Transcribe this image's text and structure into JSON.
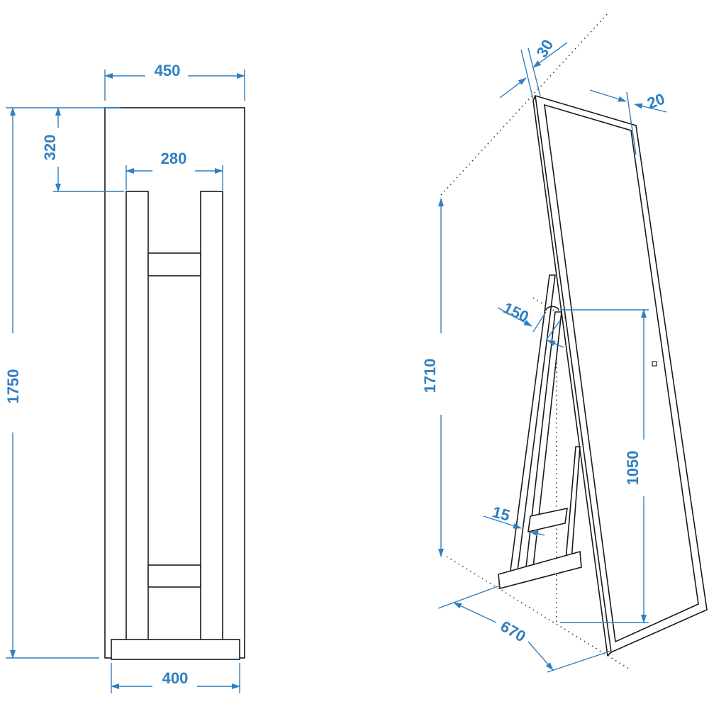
{
  "front_view": {
    "width_total": "450",
    "height_total": "1750",
    "stand_top_offset": "320",
    "stand_width": "280",
    "base_width": "400"
  },
  "side_view": {
    "frame_depth": "30",
    "frame_border": "20",
    "hinge_offset": "150",
    "height_vertical": "1710",
    "stand_height": "1050",
    "leg_thickness": "15",
    "footprint_depth": "670"
  },
  "colors": {
    "dimension": "#2f7fc1",
    "outline": "#1a1a1a"
  }
}
